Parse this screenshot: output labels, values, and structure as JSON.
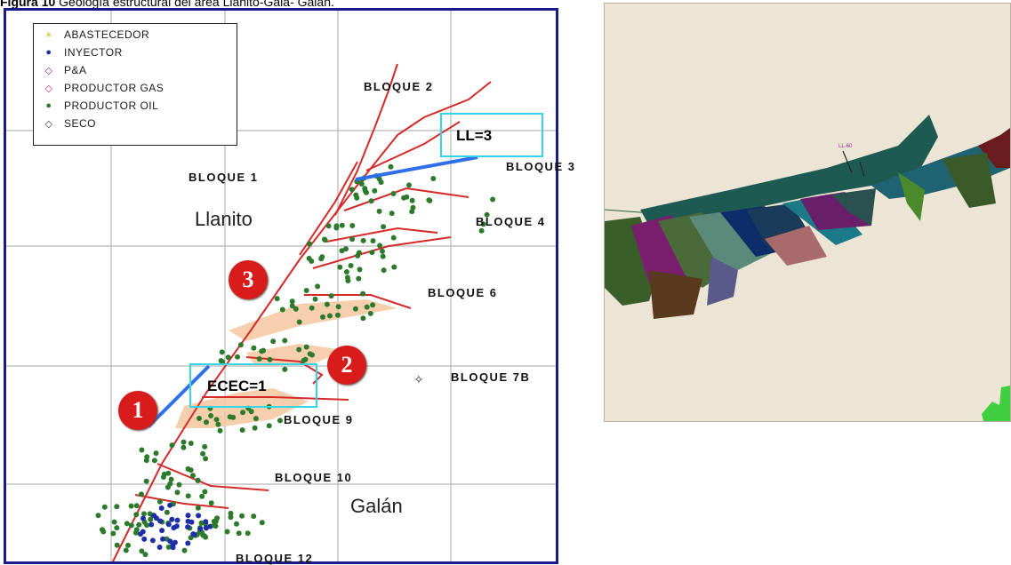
{
  "caption": {
    "figure_label": "Figura 10",
    "text": " Geología estructural del área Llanito-Gala- Galán."
  },
  "legend": [
    {
      "label": "ABASTECEDOR",
      "symbol": "✶",
      "color": "#d6c84a"
    },
    {
      "label": "INYECTOR",
      "symbol": "●",
      "color": "#1e2ea8"
    },
    {
      "label": "P&A",
      "symbol": "◇",
      "color": "#8a2a9a"
    },
    {
      "label": "PRODUCTOR GAS",
      "symbol": "◇",
      "color": "#c0306a"
    },
    {
      "label": "PRODUCTOR OIL",
      "symbol": "●",
      "color": "#2d7a2d"
    },
    {
      "label": "SECO",
      "symbol": "◇",
      "color": "#333333"
    }
  ],
  "blocks": {
    "b1": "BLOQUE 1",
    "b2": "BLOQUE 2",
    "b3": "BLOQUE 3",
    "b4": "BLOQUE 4",
    "b6": "BLOQUE 6",
    "b7b": "BLOQUE 7B",
    "b9": "BLOQUE 9",
    "b10": "BLOQUE 10",
    "b12": "BLOQUE 12"
  },
  "places": {
    "llanito": "Llanito",
    "galan": "Galán"
  },
  "tags": {
    "ll": "LL=3",
    "ecec": "ECEC=1"
  },
  "badges": {
    "one": "1",
    "two": "2",
    "three": "3"
  },
  "model": {
    "well_label": "LL-60"
  },
  "colors": {
    "fault": "#d42a2a",
    "section_line": "#2f6fe8",
    "tag_box": "#33d6e6",
    "oil_well": "#2d7a2d",
    "injector": "#1e2ea8",
    "shading": "#f5c8a0",
    "frame": "#1a1a8c",
    "panel_bg": "#ece5d6",
    "arrow": "#3fcf3f"
  }
}
